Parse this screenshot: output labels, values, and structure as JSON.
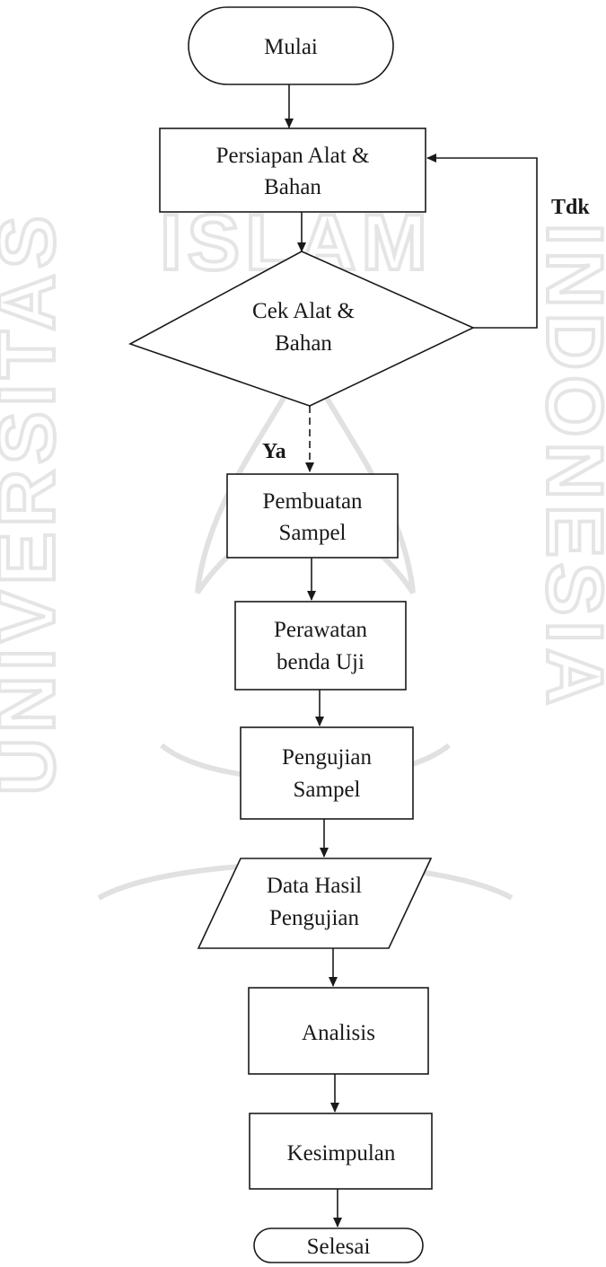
{
  "flowchart": {
    "nodes": {
      "start": {
        "lines": [
          "Mulai"
        ]
      },
      "prepare": {
        "lines": [
          "Persiapan Alat &",
          "Bahan"
        ]
      },
      "check": {
        "lines": [
          "Cek Alat &",
          "Bahan"
        ]
      },
      "make_sample": {
        "lines": [
          "Pembuatan",
          "Sampel"
        ]
      },
      "curing": {
        "lines": [
          "Perawatan",
          "benda Uji"
        ]
      },
      "testing": {
        "lines": [
          "Pengujian",
          "Sampel"
        ]
      },
      "result_data": {
        "lines": [
          "Data Hasil",
          "Pengujian"
        ]
      },
      "analysis": {
        "lines": [
          "Analisis"
        ]
      },
      "conclusion": {
        "lines": [
          "Kesimpulan"
        ]
      },
      "end": {
        "lines": [
          "Selesai"
        ]
      }
    },
    "edge_labels": {
      "no": "Tdk",
      "yes": "Ya"
    }
  },
  "watermark": {
    "top_text": "ISLAM",
    "left_text": "UNIVERSITAS",
    "right_text": "INDONESIA"
  },
  "colors": {
    "ink": "#1a1a1a",
    "watermark": "#c8c8c8",
    "background": "#ffffff"
  }
}
